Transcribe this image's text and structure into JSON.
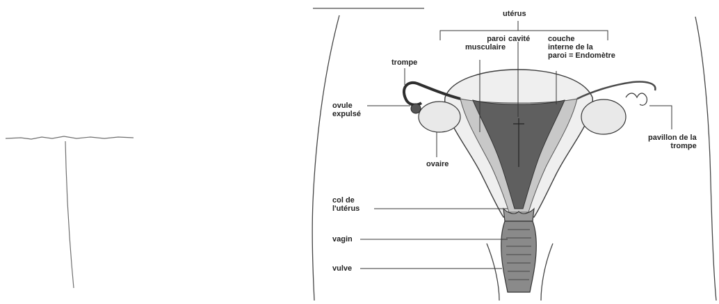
{
  "labels": {
    "uterus": "utérus",
    "paroi_musculaire": "paroi\nmusculaire",
    "cavite": "cavité",
    "couche_interne": "couche\ninterne de la\nparoi = Endomètre",
    "trompe": "trompe",
    "ovule_expulse": "ovule\nexpulsé",
    "ovaire": "ovaire",
    "pavillon": "pavillon de la\ntrompe",
    "col": "col de\nl'utérus",
    "vagin": "vagin",
    "vulve": "vulve"
  },
  "colors": {
    "ink": "#2a2a2a",
    "tissue_light": "#ececec",
    "tissue_mid": "#bdbdbd",
    "cavity_dark": "#5a5a5a",
    "pencil": "#777777"
  }
}
